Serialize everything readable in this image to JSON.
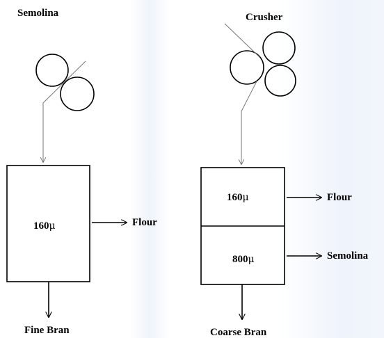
{
  "left_system": {
    "input_label": "Semolina",
    "sieve_value": "160",
    "sieve_unit": "μ",
    "output_right": "Flour",
    "output_bottom": "Fine Bran"
  },
  "right_system": {
    "input_label": "Crusher",
    "sieve_top_value": "160",
    "sieve_top_unit": "μ",
    "sieve_bottom_value": "800",
    "sieve_bottom_unit": "μ",
    "output_top_right": "Flour",
    "output_bottom_right": "Semolina",
    "output_bottom": "Coarse Bran"
  }
}
